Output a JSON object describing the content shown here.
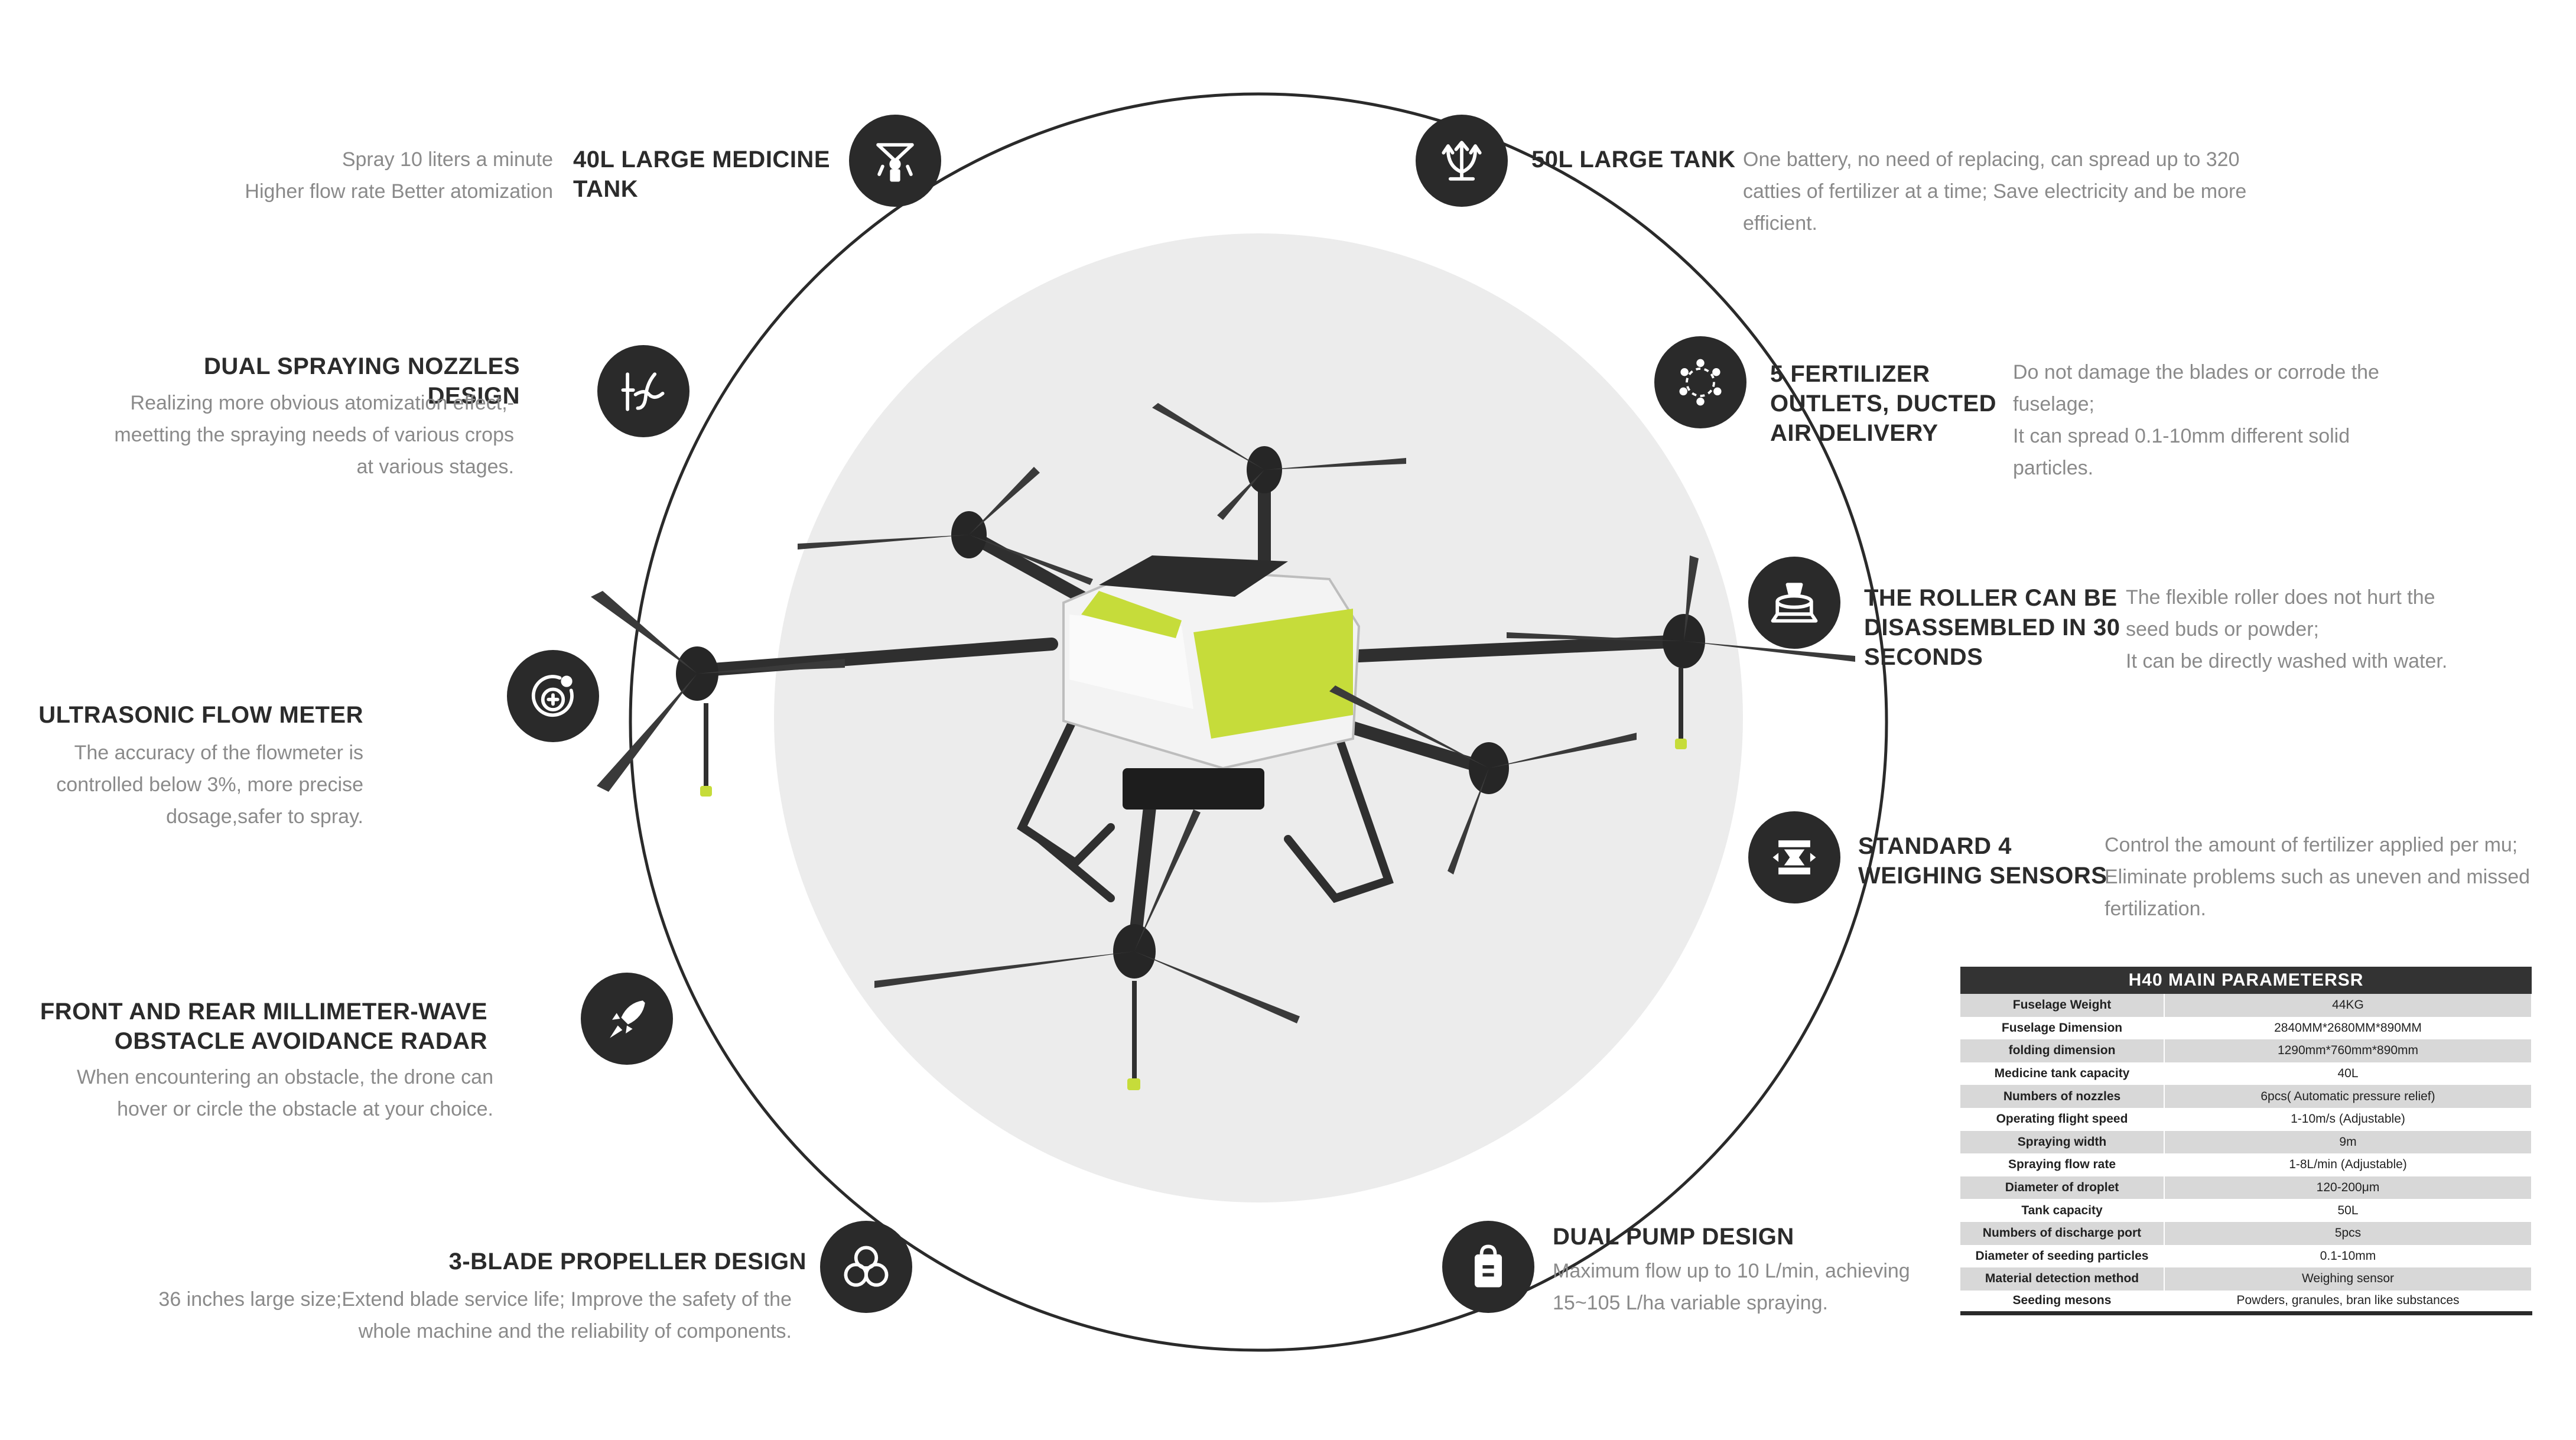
{
  "features": [
    {
      "title_lines": [
        "40L LARGE MEDICINE",
        "TANK"
      ],
      "desc_lines": [
        "Spray 10 liters a minute",
        "Higher flow rate  Better atomization"
      ],
      "icon": "sprayer-nozzle-icon"
    },
    {
      "title_lines": [
        "50L LARGE TANK"
      ],
      "desc_lines": [
        "One battery, no need of replacing, can spread up to 320",
        "catties of fertilizer at a time; Save electricity and be more",
        "efficient."
      ],
      "icon": "spread-arrows-icon"
    },
    {
      "title_lines": [
        "DUAL SPRAYING NOZZLES DESIGN"
      ],
      "desc_lines": [
        "Realizing more obvious atomization effect,-",
        "meetting the spraying needs of various crops",
        "at various stages."
      ],
      "icon": "dual-nozzle-icon"
    },
    {
      "title_lines": [
        "5 FERTILIZER",
        "OUTLETS, DUCTED",
        "AIR DELIVERY"
      ],
      "desc_lines": [
        "Do not damage the blades or corrode the",
        "fuselage;",
        "It can spread 0.1-10mm different solid",
        "particles."
      ],
      "icon": "outlets-ring-icon"
    },
    {
      "title_lines": [
        "THE ROLLER CAN BE",
        "DISASSEMBLED IN 30",
        "SECONDS"
      ],
      "desc_lines": [
        "The flexible roller does not hurt the",
        "seed buds or powder;",
        "It can be directly washed with water."
      ],
      "icon": "roller-icon"
    },
    {
      "title_lines": [
        "ULTRASONIC FLOW METER"
      ],
      "desc_lines": [
        "The accuracy of the flowmeter is",
        "controlled below 3%, more precise",
        "dosage,safer to spray."
      ],
      "icon": "flow-meter-icon"
    },
    {
      "title_lines": [
        "STANDARD 4",
        "WEIGHING SENSORS"
      ],
      "desc_lines": [
        "Control the amount of fertilizer applied per mu;",
        "Eliminate problems such as uneven and missed",
        "fertilization."
      ],
      "icon": "weighing-sensor-icon"
    },
    {
      "title_lines": [
        "FRONT AND REAR MILLIMETER-WAVE",
        "OBSTACLE AVOIDANCE RADAR"
      ],
      "desc_lines": [
        "When encountering an obstacle, the drone can",
        "hover or circle the obstacle at your choice."
      ],
      "icon": "rocket-radar-icon"
    },
    {
      "title_lines": [
        "3-BLADE PROPELLER DESIGN"
      ],
      "desc_lines": [
        "36 inches large size;Extend blade service life; Improve the safety of the",
        "whole machine and the reliability of components."
      ],
      "icon": "three-blade-icon"
    },
    {
      "title_lines": [
        "DUAL PUMP DESIGN"
      ],
      "desc_lines": [
        "Maximum flow up to 10 L/min, achieving",
        "15~105 L/ha variable spraying."
      ],
      "icon": "pump-icon"
    }
  ],
  "params": {
    "title": "H40 MAIN PARAMETERSR",
    "rows": [
      {
        "name": "Fuselage Weight",
        "value": "44KG"
      },
      {
        "name": "Fuselage Dimension",
        "value": "2840MM*2680MM*890MM"
      },
      {
        "name": "folding dimension",
        "value": "1290mm*760mm*890mm"
      },
      {
        "name": "Medicine tank capacity",
        "value": "40L"
      },
      {
        "name": "Numbers of nozzles",
        "value": "6pcs( Automatic pressure relief)"
      },
      {
        "name": "Operating flight speed",
        "value": "1-10m/s (Adjustable)"
      },
      {
        "name": "Spraying width",
        "value": "9m"
      },
      {
        "name": "Spraying flow rate",
        "value": "1-8L/min (Adjustable)"
      },
      {
        "name": "Diameter of droplet",
        "value": "120-200μm"
      },
      {
        "name": "Tank capacity",
        "value": "50L"
      },
      {
        "name": "Numbers of discharge port",
        "value": "5pcs"
      },
      {
        "name": "Diameter of seeding particles",
        "value": "0.1-10mm"
      },
      {
        "name": "Material detection method",
        "value": "Weighing sensor"
      },
      {
        "name": "Seeding mesons",
        "value": "Powders, granules, bran like substances"
      }
    ]
  },
  "colors": {
    "drone_accent": "#c6dc3a",
    "badge": "#2a2a2a",
    "background_disc": "#ececec",
    "text": "#2b2b2b",
    "muted_text": "#8a8a8a"
  }
}
